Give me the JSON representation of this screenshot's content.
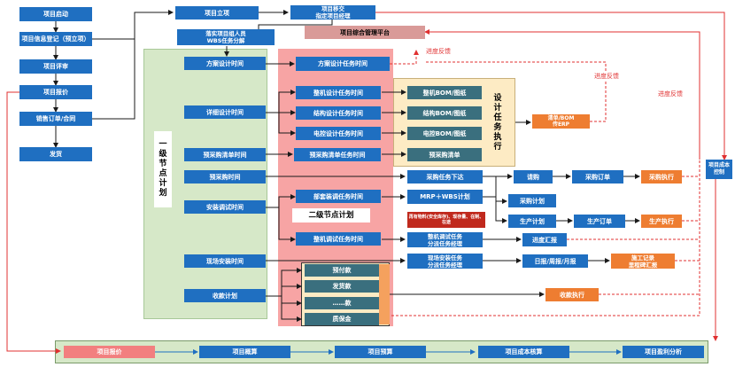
{
  "left_flow": [
    "项目启动",
    "项目信息登记（预立项）",
    "项目评审",
    "项目报价",
    "销售订单/合同",
    "发货"
  ],
  "top": {
    "setup": "项目立项",
    "handover": "项目移交\n指定项目经理",
    "staffing": "落实项目组人员\nWBS任务分解",
    "platform": "项目综合管理平台"
  },
  "level1": {
    "title": "一\n级\n节\n点\n计\n划",
    "items": [
      "方案设计时间",
      "详细设计时间",
      "预采购清单时间",
      "预采购时间",
      "安装调试时间",
      "现场安装时间",
      "收款计划"
    ]
  },
  "level2": {
    "title": "二级节点计划",
    "items": [
      "方案设计任务时间",
      "整机设计任务时间",
      "结构设计任务时间",
      "电控设计任务时间",
      "预采购清单任务时间",
      "部套装调任务时间",
      "整机调试任务时间"
    ]
  },
  "design_exec": {
    "title": "设\n计\n任\n务\n执\n行",
    "items": [
      "整机BOM/图纸",
      "结构BOM/图纸",
      "电控BOM/图纸",
      "预采购清单"
    ]
  },
  "bom_erp": "清单/BOM\n传ERP",
  "feedback": [
    "进度反馈",
    "进度反馈",
    "进度反馈"
  ],
  "exec": {
    "purchase_task": "采购任务下达",
    "request": "请购",
    "purchase_order": "采购订单",
    "purchase_exec": "采购执行",
    "mrp": "MRP＋WBS计划",
    "mrp_note": "再有物料(安全库存)、现存量、在制、在途",
    "purchase_plan": "采购计划",
    "prod_plan": "生产计划",
    "prod_order": "生产订单",
    "prod_exec": "生产执行",
    "debug_task": "整机调试任务\n分派任务经理",
    "progress_report": "进度汇报",
    "site_task": "现场安装任务\n分派任务经理",
    "daily_report": "日报/周报/月报",
    "construction": "施工记录\n里程碑汇报",
    "collection": "收款执行"
  },
  "payments": [
    "预付款",
    "发货款",
    "……款",
    "质保金"
  ],
  "cost_control": "项目成本\n控制",
  "bottom": [
    "项目报价",
    "项目概算",
    "项目预算",
    "项目成本核算",
    "项目盈利分析"
  ],
  "colors": {
    "blue": "#1f6fc1",
    "orange": "#ee7d31",
    "teal": "#3a6f7e",
    "green": "#d6e8c8",
    "pink": "#f7a4a4",
    "yellow": "#fdebc4",
    "red": "#e03030"
  }
}
